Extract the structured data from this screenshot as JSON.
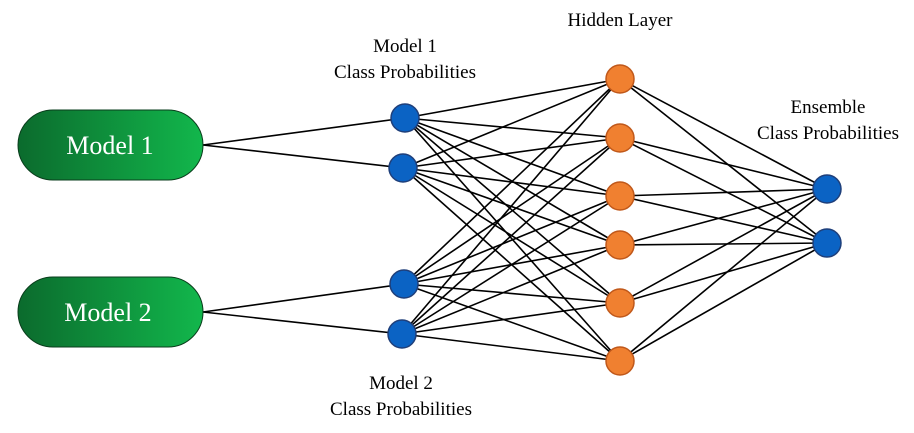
{
  "diagram": {
    "models": [
      {
        "label": "Model 1"
      },
      {
        "label": "Model 2"
      }
    ],
    "labels": {
      "model1_probs": [
        "Model 1",
        "Class Probabilities"
      ],
      "model2_probs": [
        "Model 2",
        "Class Probabilities"
      ],
      "hidden_layer": "Hidden Layer",
      "ensemble_probs": [
        "Ensemble",
        "Class Probabilities"
      ]
    },
    "layers": {
      "input_count": 4,
      "hidden_count": 6,
      "output_count": 2
    },
    "colors": {
      "model_dark": "#0b6b2d",
      "model_light": "#12b74c",
      "blue_node": "#0b63c4",
      "blue_stroke": "#1f3f7a",
      "orange_node": "#f08030",
      "orange_stroke": "#c0581a",
      "edge": "#000000"
    }
  }
}
